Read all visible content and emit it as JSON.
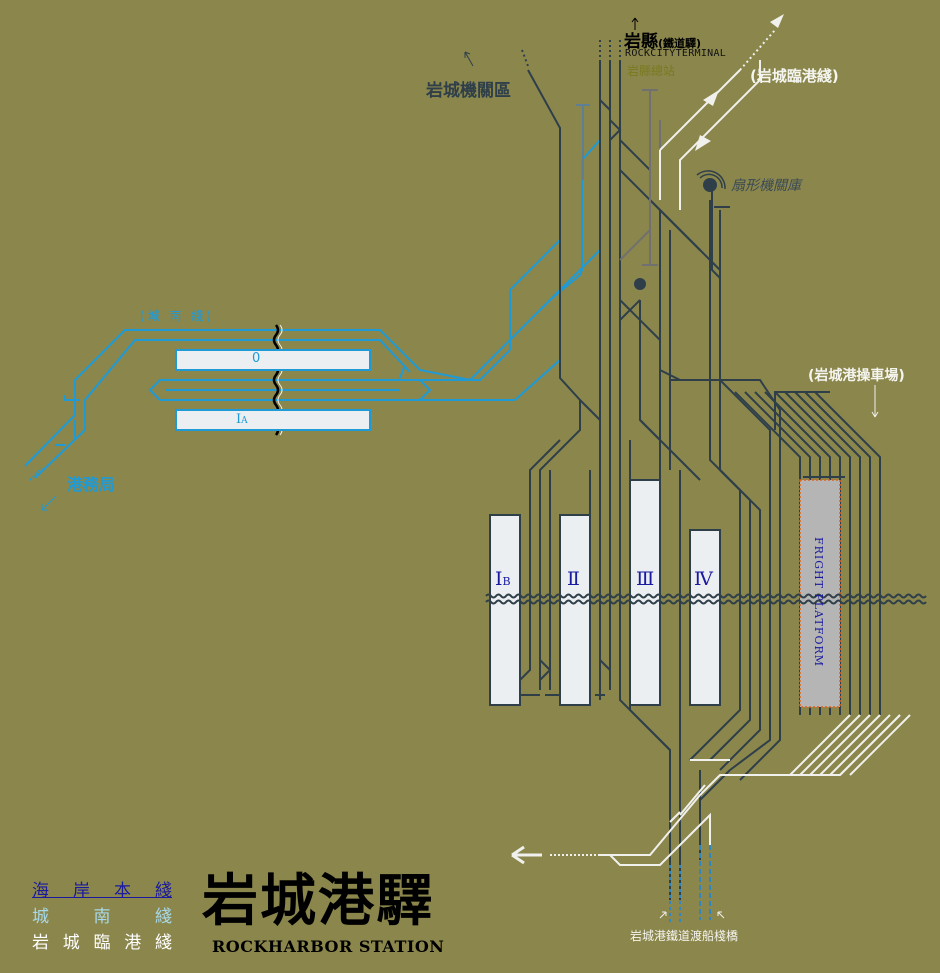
{
  "title": {
    "main": "岩城港驛",
    "sub": "ROCKHARBOR STATION"
  },
  "legend": [
    {
      "label": "海岸本綫",
      "color": "#1a1aa0"
    },
    {
      "label": "城南綫",
      "color": "#a8d8e8"
    },
    {
      "label": "岩城臨港綫",
      "color": "#ffffff"
    }
  ],
  "labels": {
    "north_station_main": "岩縣",
    "north_station_suffix": "(鐵道驛)",
    "north_station_en": "ROCKCITYTERMINAL",
    "north_station_alt": "岩縣總站",
    "depot_area": "岩城機關區",
    "harbor_line": "(岩城臨港綫)",
    "roundhouse": "扇形機關庫",
    "chengnan_line": "(城 南 綫)",
    "harbor_office": "港務局",
    "yard": "(岩城港操車場)",
    "ferry_pier": "岩城港鐵道渡船棧橋"
  },
  "platforms": [
    {
      "id": "0",
      "label": "0"
    },
    {
      "id": "IA",
      "label": "Ⅰ",
      "sub": "A"
    },
    {
      "id": "IB",
      "label": "Ⅰ",
      "sub": "B"
    },
    {
      "id": "II",
      "label": "Ⅱ"
    },
    {
      "id": "III",
      "label": "Ⅲ"
    },
    {
      "id": "IV",
      "label": "Ⅳ"
    },
    {
      "id": "freight",
      "label": "FRIGHT PLATFORM"
    }
  ],
  "colors": {
    "background": "#8a864c",
    "main_line": "#2f3f4a",
    "chengnan_line": "#1e9bd7",
    "harbor_line": "#f0f0ec",
    "platform": "#eceff1",
    "freight_platform": "#b5b5b5",
    "freight_border": "#e0601a",
    "platform_text": "#1a1aa0"
  }
}
